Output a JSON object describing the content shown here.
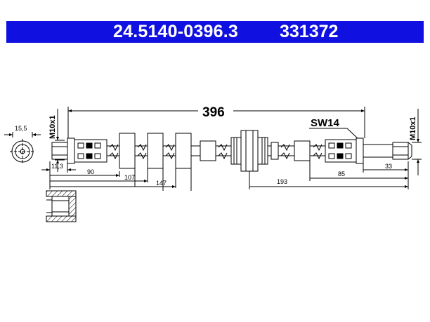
{
  "header": {
    "part_number": "24.5140-0396.3",
    "code": "331372"
  },
  "dimensions": {
    "total_length": "396",
    "wrench_size": "SW14",
    "thread_left": "M10x1",
    "thread_right": "M10x1",
    "diameter": "15,5",
    "offset_left": "11,3",
    "d90": "90",
    "d107": "107",
    "d147": "147",
    "d193": "193",
    "d85": "85",
    "d33": "33"
  },
  "colors": {
    "title_bar": "#1010e0",
    "title_text": "#ffffff",
    "line": "#000000"
  }
}
